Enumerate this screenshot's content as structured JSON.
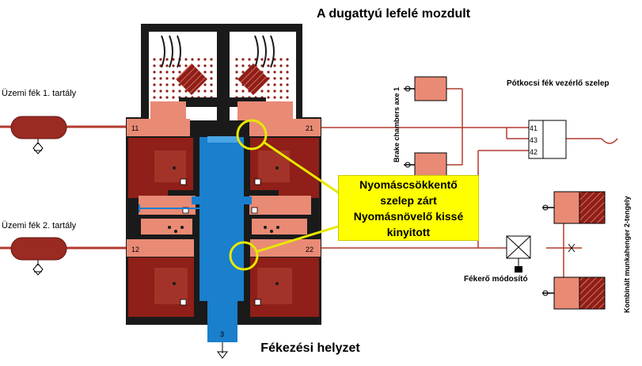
{
  "title": "A dugattyú lefelé mozdult",
  "footer_title": "Fékezési helyzet",
  "tanks": {
    "tank1": "Üzemi fék  1. tartály",
    "tank2": "Üzemi fék  2. tartály"
  },
  "ports": {
    "p11": "11",
    "p12": "12",
    "p21": "21",
    "p22": "22",
    "p3": "3",
    "p41": "41",
    "p42": "42",
    "p43": "43"
  },
  "right": {
    "brake_chambers": "Brake chambers axe 1",
    "trailer_valve": "Pótkocsi fék vezérlő szelep",
    "brake_modulator": "Fékerő módosító",
    "combined_axle": "Kombinált munkahenger  2-tengely"
  },
  "callout": {
    "line1": "Nyomáscsökkentő",
    "line2": "szelep zárt",
    "line3": "Nyomásnövelő kissé",
    "line4": "kinyitott"
  },
  "colors": {
    "dark_red": "#8f1f18",
    "salmon": "#e98a75",
    "line_red": "#b23a2e",
    "piston_blue": "#1a7fcc",
    "callout_yellow": "#ffff00",
    "highlight_circle": "#e8e800"
  }
}
